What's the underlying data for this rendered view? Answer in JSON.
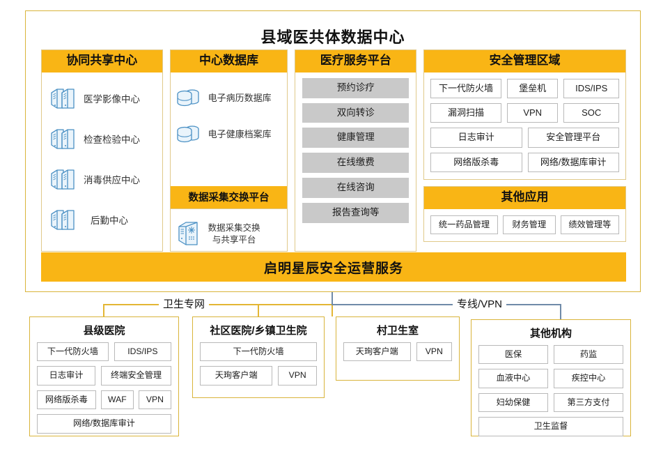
{
  "main": {
    "title": "县域医共体数据中心",
    "ops_bar": "启明星辰安全运营服务",
    "collab": {
      "head": "协同共享中心",
      "items": [
        {
          "label": "医学影像中心",
          "icon": "servers-icon"
        },
        {
          "label": "检查检验中心",
          "icon": "servers-icon"
        },
        {
          "label": "消毒供应中心",
          "icon": "servers-icon"
        },
        {
          "label": "后勤中心",
          "icon": "servers-icon"
        }
      ]
    },
    "central_db": {
      "head": "中心数据库",
      "items": [
        {
          "label": "电子病历数据库",
          "icon": "database-icon"
        },
        {
          "label": "电子健康档案库",
          "icon": "database-icon"
        }
      ],
      "sub_head": "数据采集交换平台",
      "sub_item": {
        "label": "数据采集交换\n与共享平台",
        "label_line1": "数据采集交换",
        "label_line2": "与共享平台",
        "icon": "server-network-icon"
      }
    },
    "service_platform": {
      "head": "医疗服务平台",
      "items": [
        "预约诊疗",
        "双向转诊",
        "健康管理",
        "在线缴费",
        "在线咨询",
        "报告查询等"
      ]
    },
    "security_zone": {
      "head": "安全管理区域",
      "row1": [
        "下一代防火墙",
        "堡垒机",
        "IDS/IPS"
      ],
      "row2": [
        "漏洞扫描",
        "VPN",
        "SOC"
      ],
      "row3": [
        "日志审计",
        "安全管理平台"
      ],
      "row4": [
        "网络版杀毒",
        "网络/数据库审计"
      ]
    },
    "other_apps": {
      "head": "其他应用",
      "items": [
        "统一药品管理",
        "财务管理",
        "绩效管理等"
      ]
    }
  },
  "connectors": {
    "left_label": "卫生专网",
    "right_label": "专线/VPN"
  },
  "bottom": {
    "county_hospital": {
      "title": "县级医院",
      "row1": [
        "下一代防火墙",
        "IDS/IPS"
      ],
      "row2": [
        "日志审计",
        "终端安全管理"
      ],
      "row3": [
        "网络版杀毒",
        "WAF",
        "VPN"
      ],
      "row4": [
        "网络/数据库审计"
      ]
    },
    "community_hospital": {
      "title": "社区医院/乡镇卫生院",
      "row1": [
        "下一代防火墙"
      ],
      "row2": [
        "天珣客户端",
        "VPN"
      ]
    },
    "village_clinic": {
      "title": "村卫生室",
      "row1": [
        "天珣客户端",
        "VPN"
      ]
    },
    "other_org": {
      "title": "其他机构",
      "row1": [
        "医保",
        "药监"
      ],
      "row2": [
        "血液中心",
        "疾控中心"
      ],
      "row3": [
        "妇幼保健",
        "第三方支付"
      ],
      "row4": [
        "卫生监督"
      ]
    }
  },
  "colors": {
    "accent_yellow": "#f9b515",
    "border_gold": "#d9b43a",
    "gray_button": "#c9c9c9",
    "icon_blue": "#4a90c4",
    "line_blue": "#6f8aa8"
  }
}
